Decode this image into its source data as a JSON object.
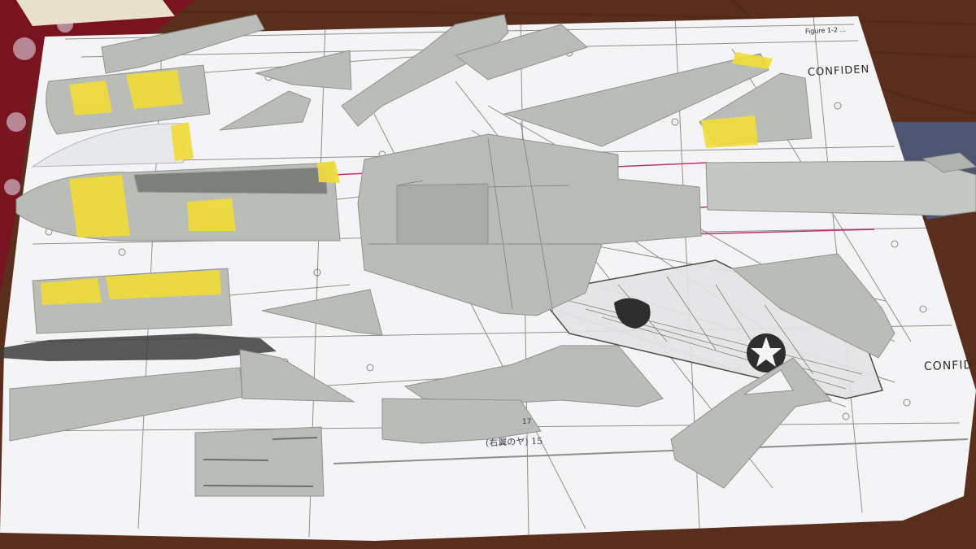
{
  "scene": {
    "colors": {
      "table": "#5a2e1c",
      "tablecloth": "#7a1320",
      "paper": "#f4f4f6",
      "plastic": "#b9bcb7",
      "plastic_shade": "#a2a5a0",
      "tape": "#f0dc3a",
      "ink": "#3a3a3a",
      "cut_line": "#c0306a"
    },
    "labels": {
      "confidential_top": "CONFIDEN",
      "confidential_right": "CONFID",
      "figure_caption": "Figure 1-2 ...",
      "handwritten_note": "(右翼のヤ) 15",
      "part_number": "17"
    }
  }
}
